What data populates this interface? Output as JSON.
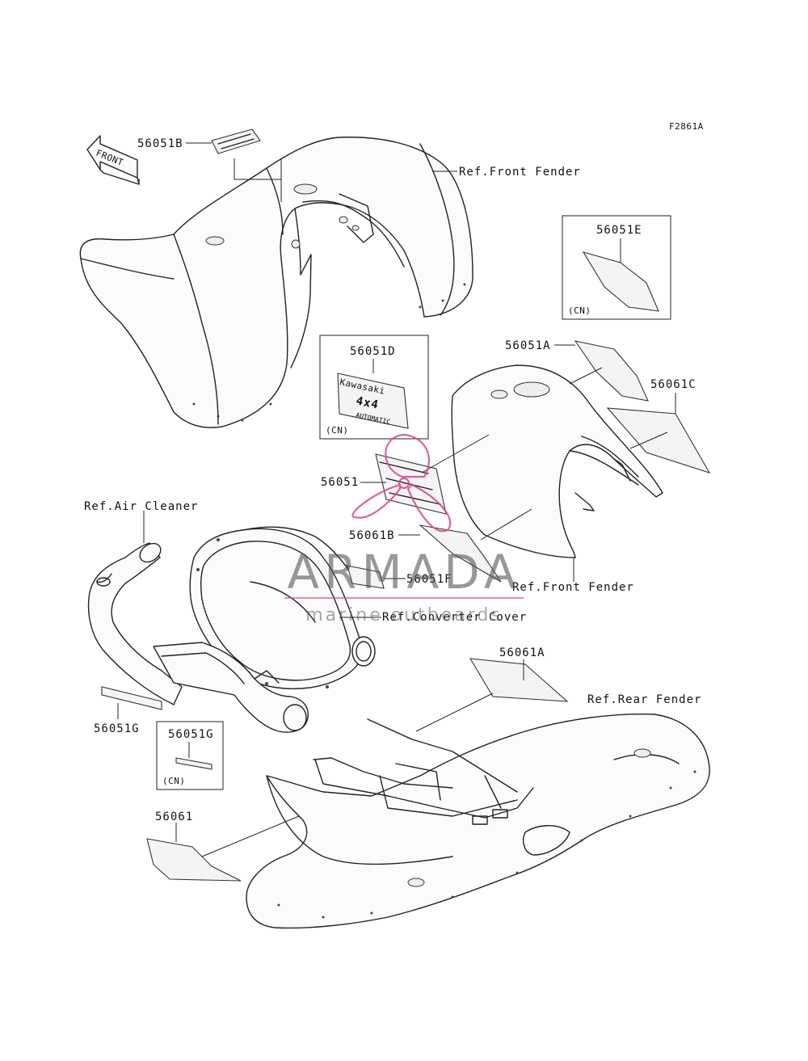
{
  "diagram": {
    "code": "F2861A",
    "front_arrow_label": "FRONT",
    "parts": {
      "p56051B": "56051B",
      "p56051E": "56051E",
      "p56051A": "56051A",
      "p56051D": "56051D",
      "p56061C": "56061C",
      "p56051": "56051",
      "p56061B": "56061B",
      "p56051F": "56051F",
      "p56061A": "56061A",
      "p56051G_left": "56051G",
      "p56051G_box": "56051G",
      "p56061": "56061"
    },
    "refs": {
      "front_fender_top": "Ref.Front Fender",
      "front_fender_mid": "Ref.Front Fender",
      "air_cleaner": "Ref.Air Cleaner",
      "converter_cover": "Ref.Converter Cover",
      "rear_fender": "Ref.Rear Fender"
    },
    "cn_tags": {
      "box_e": "(CN)",
      "box_d": "(CN)",
      "box_g": "(CN)"
    },
    "decal_texts": {
      "d_brand": "Kawasaki",
      "d_model": "4x4",
      "d_sub": "AUTOMATIC"
    }
  },
  "watermark": {
    "title": "ARMADA",
    "subtitle": "marine outboards",
    "colors": {
      "logo": "#d9468a",
      "text": "#555555"
    }
  }
}
